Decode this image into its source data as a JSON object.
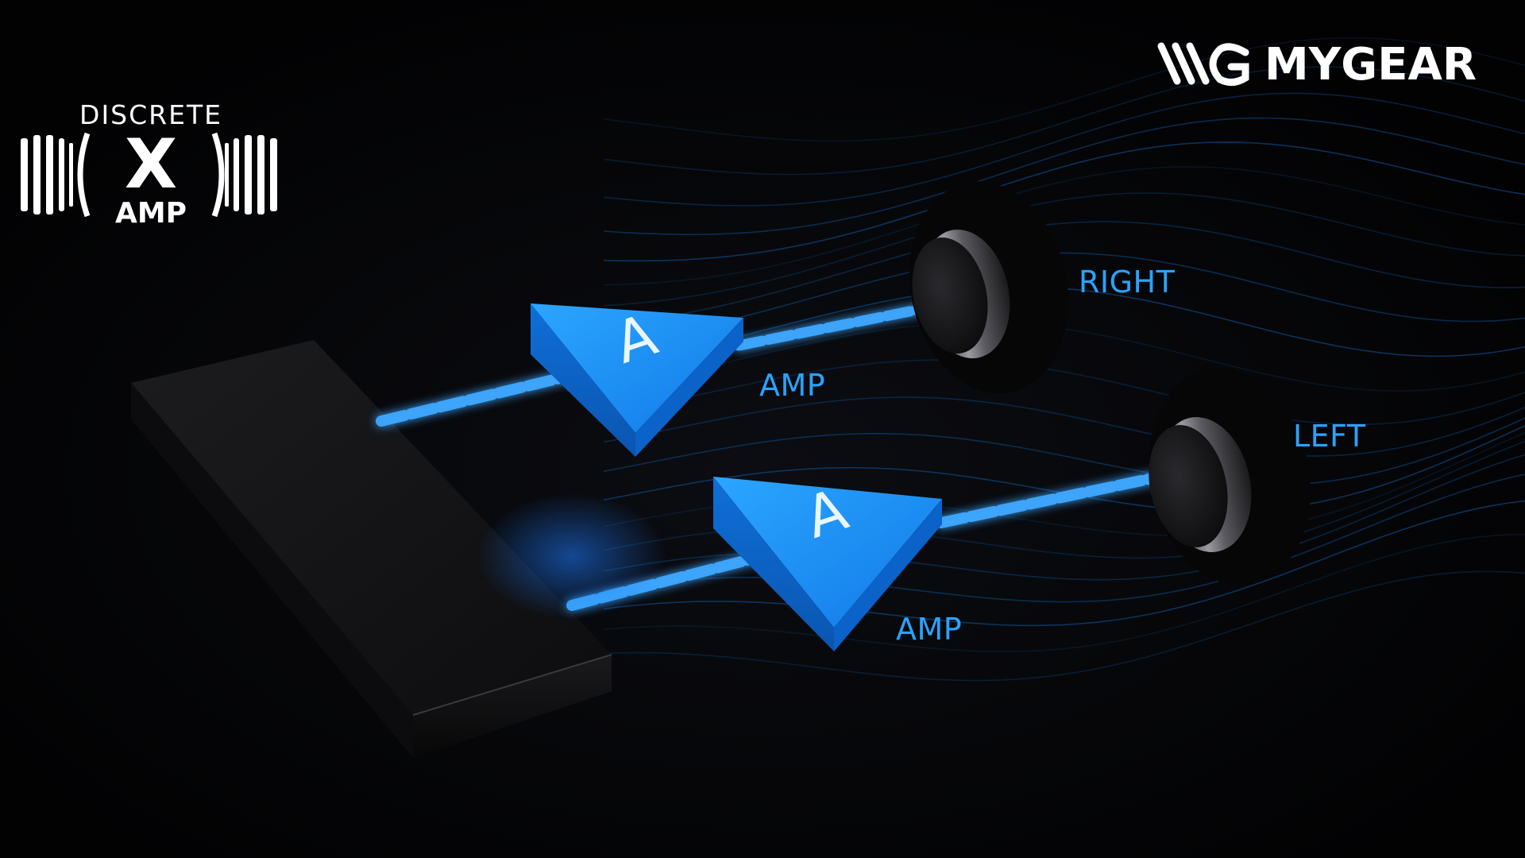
{
  "badge": {
    "top_text": "DISCRETE",
    "center_glyph": "X",
    "bottom_text": "AMP"
  },
  "brand": {
    "name": "MYGEAR",
    "mark": "WG"
  },
  "amplifiers": [
    {
      "glyph": "A",
      "label": "AMP"
    },
    {
      "glyph": "A",
      "label": "AMP"
    }
  ],
  "channels": {
    "right": "RIGHT",
    "left": "LEFT"
  },
  "colors": {
    "background": "#020203",
    "accent_blue": "#1e90ff",
    "label_blue": "#2aa3ff",
    "wave_blue": "#0f4e8c",
    "module": "#141416",
    "speaker": "#0b0b0c",
    "badge_text": "#ffffff"
  },
  "icons": [
    "discrete-x-amp-logo",
    "mygear-logo",
    "speaker-icon",
    "amplifier-triangle-icon",
    "dac-module-icon"
  ]
}
